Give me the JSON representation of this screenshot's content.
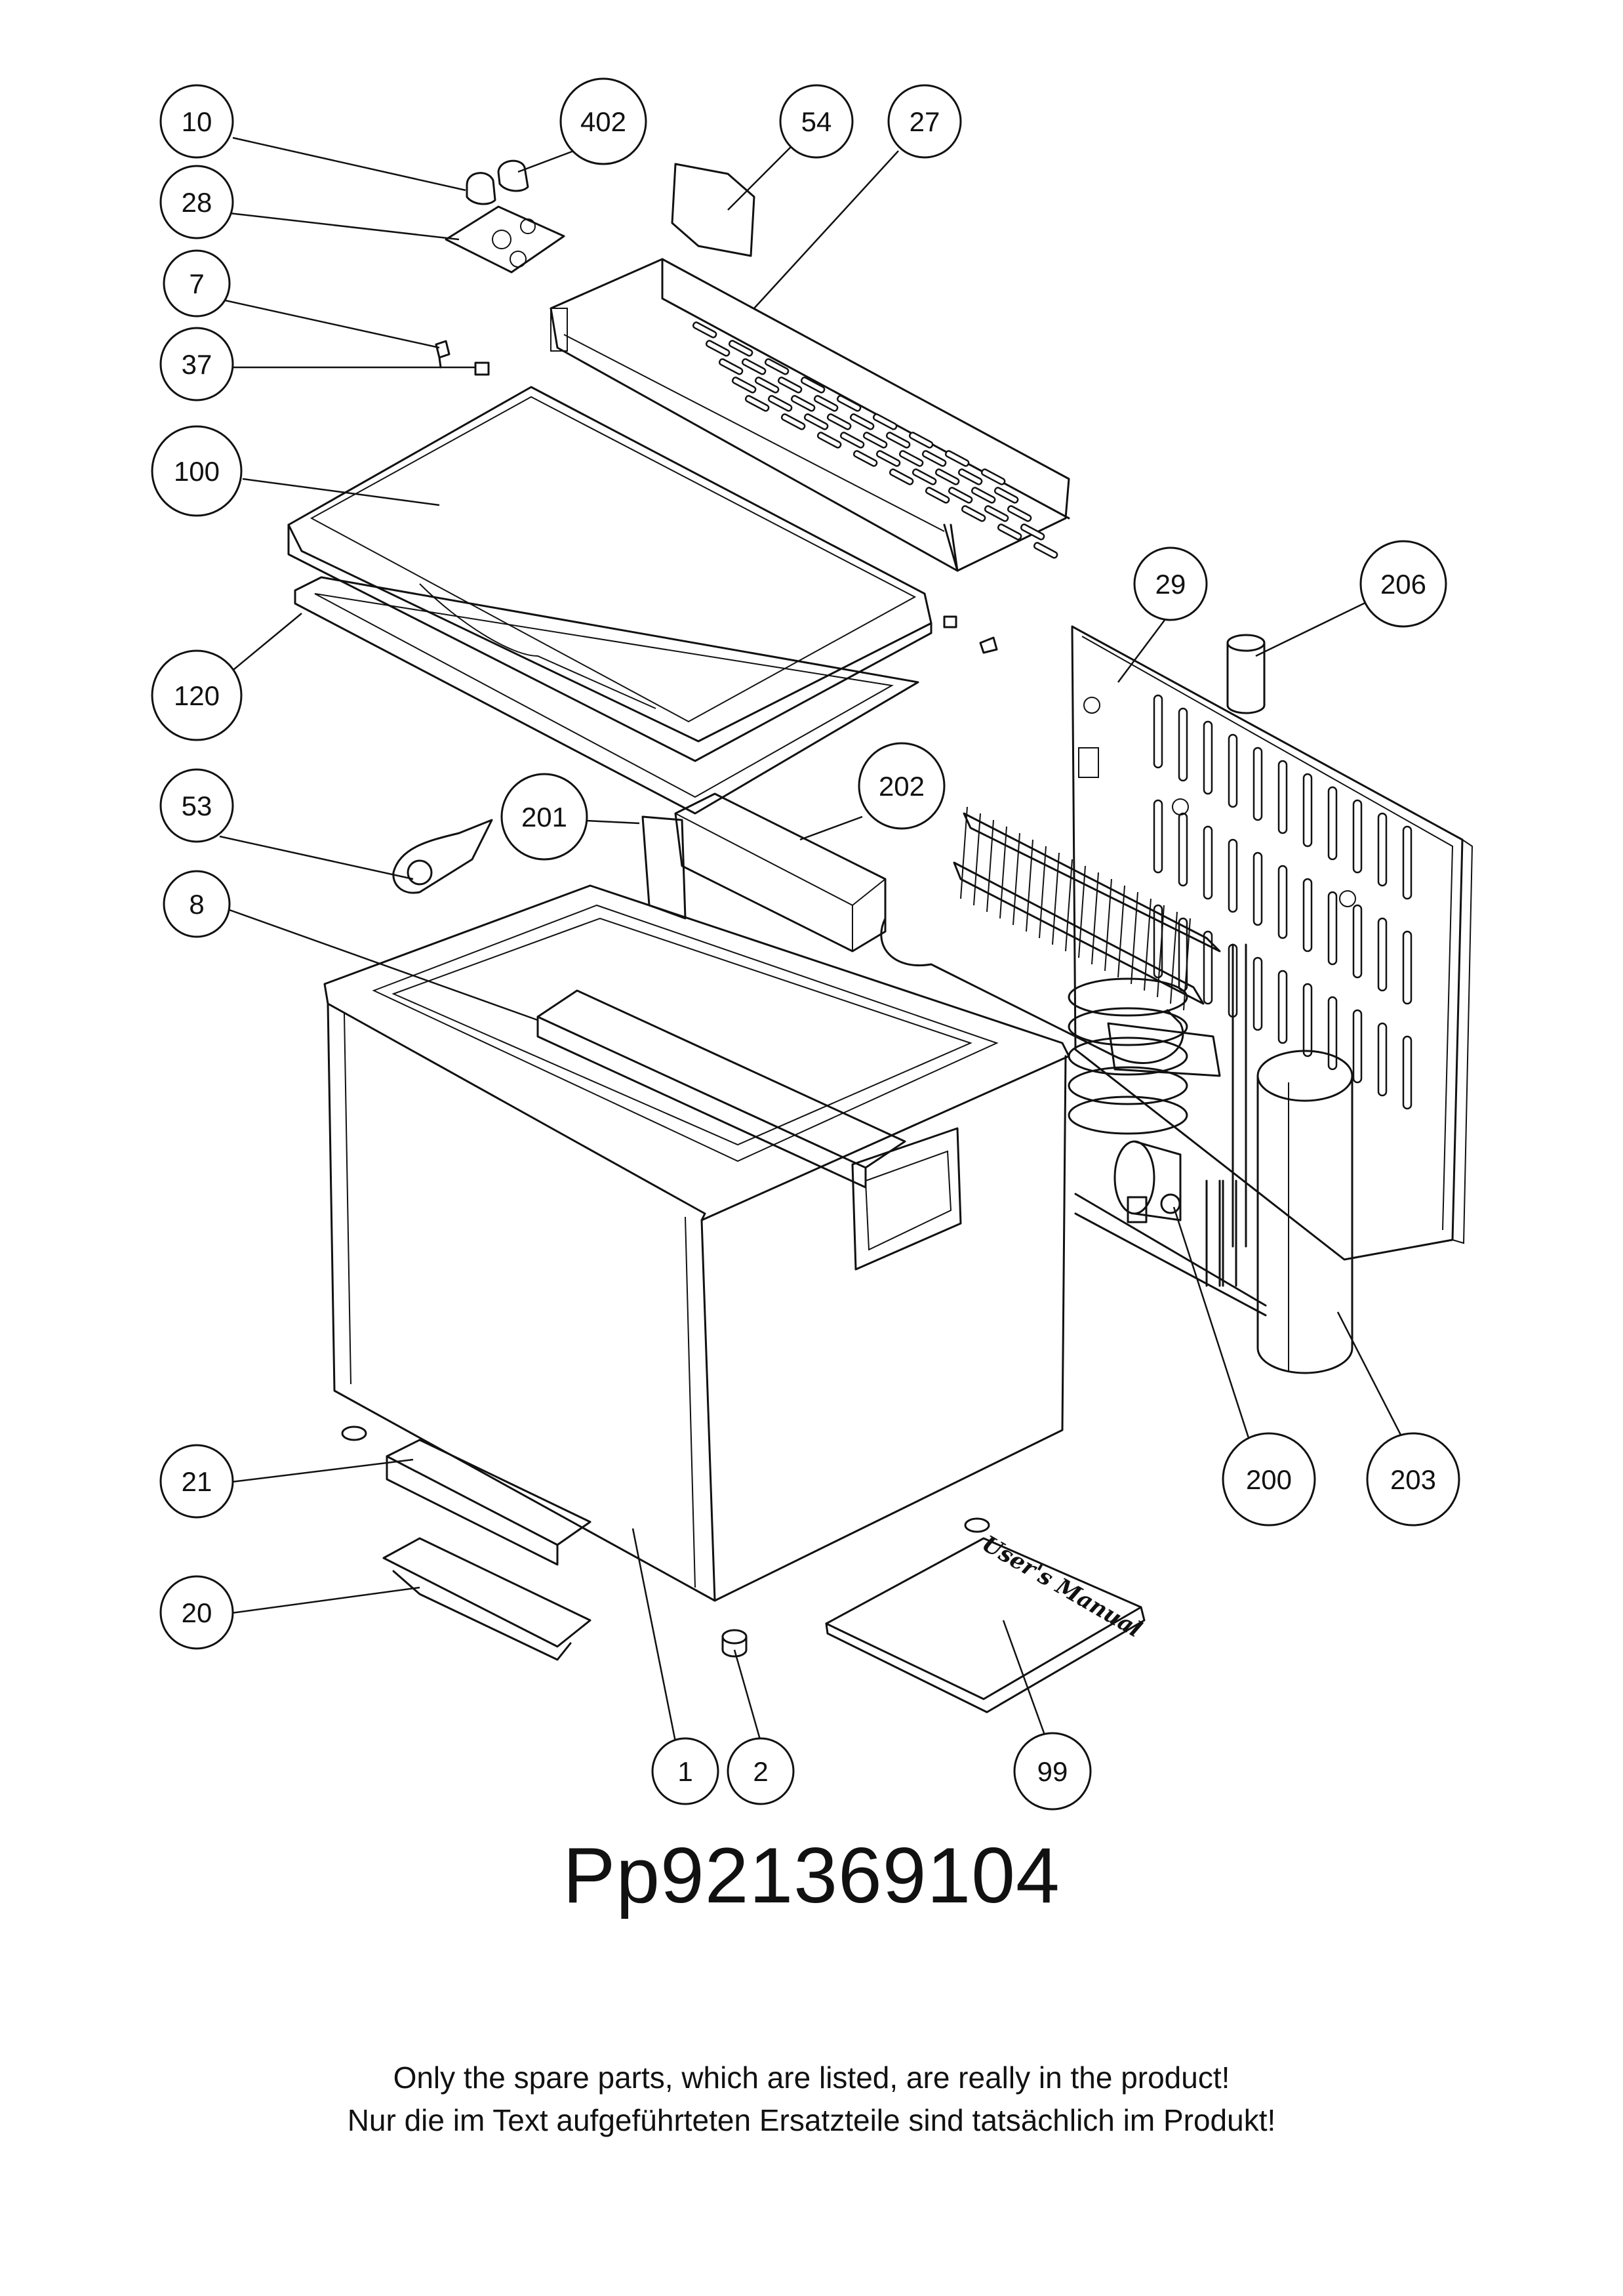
{
  "parts": [
    {
      "id": "p10",
      "label": "10"
    },
    {
      "id": "p402",
      "label": "402"
    },
    {
      "id": "p54",
      "label": "54"
    },
    {
      "id": "p27",
      "label": "27"
    },
    {
      "id": "p28",
      "label": "28"
    },
    {
      "id": "p7",
      "label": "7"
    },
    {
      "id": "p37",
      "label": "37"
    },
    {
      "id": "p100",
      "label": "100"
    },
    {
      "id": "p29",
      "label": "29"
    },
    {
      "id": "p206",
      "label": "206"
    },
    {
      "id": "p120",
      "label": "120"
    },
    {
      "id": "p202",
      "label": "202"
    },
    {
      "id": "p53",
      "label": "53"
    },
    {
      "id": "p201",
      "label": "201"
    },
    {
      "id": "p8",
      "label": "8"
    },
    {
      "id": "p21",
      "label": "21"
    },
    {
      "id": "p200",
      "label": "200"
    },
    {
      "id": "p203",
      "label": "203"
    },
    {
      "id": "p20",
      "label": "20"
    },
    {
      "id": "p1",
      "label": "1"
    },
    {
      "id": "p2",
      "label": "2"
    },
    {
      "id": "p99",
      "label": "99"
    }
  ],
  "manual_cover_text": "User's Manual",
  "document_number": "Pp921369104",
  "notes": {
    "english": "Only the spare parts, which are listed, are really in the product!",
    "german": "Nur die im Text aufgeführteten Ersatzteile sind tatsächlich im Produkt!"
  }
}
